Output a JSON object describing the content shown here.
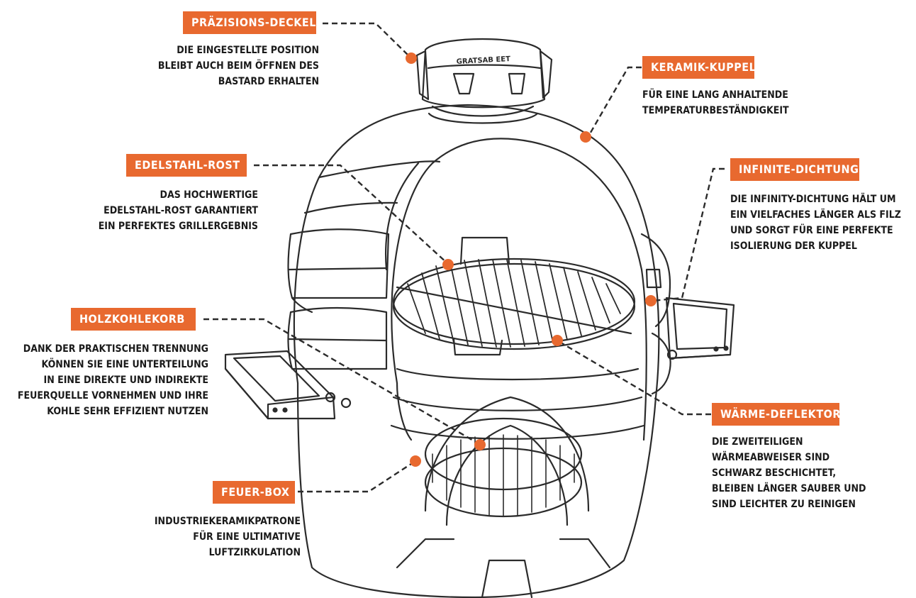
{
  "colors": {
    "accent": "#e8692f",
    "outline": "#2b2b2b",
    "text": "#1a1a1a"
  },
  "lid_emboss": "GRATSAB EET",
  "callouts": [
    {
      "id": "praezisions-deckel",
      "label": "PRÄZISIONS-DECKEL",
      "text": "DIE EINGESTELLTE POSITION\nBLEIBT AUCH BEIM ÖFFNEN DES\nBASTARD ERHALTEN"
    },
    {
      "id": "keramik-kuppel",
      "label": "KERAMIK-KUPPEL",
      "text": "FÜR EINE LANG ANHALTENDE\nTEMPERATURBESTÄNDIGKEIT"
    },
    {
      "id": "edelstahl-rost",
      "label": "EDELSTAHL-ROST",
      "text": "DAS HOCHWERTIGE\nEDELSTAHL-ROST GARANTIERT\nEIN PERFEKTES GRILLERGEBNIS"
    },
    {
      "id": "infinite-dichtung",
      "label": "INFINITE-DICHTUNG",
      "text": "DIE INFINITY-DICHTUNG HÄLT UM\nEIN VIELFACHES LÄNGER ALS FILZ\nUND SORGT FÜR EINE PERFEKTE\nISOLIERUNG DER KUPPEL"
    },
    {
      "id": "holzkohlekorb",
      "label": "HOLZKOHLEKORB",
      "text": "DANK DER PRAKTISCHEN TRENNUNG\nKÖNNEN SIE EINE UNTERTEILUNG\nIN EINE DIREKTE UND INDIREKTE\nFEUERQUELLE VORNEHMEN UND IHRE\nKOHLE SEHR EFFIZIENT NUTZEN"
    },
    {
      "id": "waerme-deflektor",
      "label": "WÄRME-DEFLEKTOR",
      "text": "DIE ZWEITEILIGEN\nWÄRMEABWEISER SIND\nSCHWARZ BESCHICHTET,\nBLEIBEN LÄNGER SAUBER UND\nSIND LEICHTER ZU REINIGEN"
    },
    {
      "id": "feuer-box",
      "label": "FEUER-BOX",
      "text": "INDUSTRIEKERAMIKPATRONE\nFÜR EINE ULTIMATIVE\nLUFTZIRKULATION"
    }
  ]
}
